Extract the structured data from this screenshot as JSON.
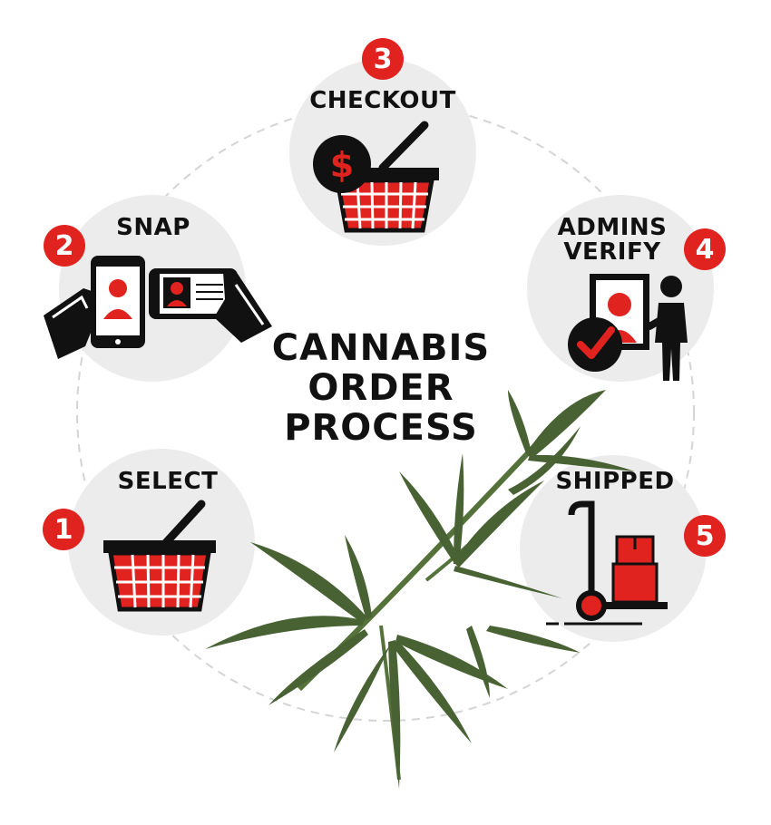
{
  "title_lines": [
    "CANNABIS",
    "ORDER",
    "PROCESS"
  ],
  "colors": {
    "accent": "#e0231f",
    "circle_bg": "#ececec",
    "ink": "#111111",
    "leaf": "#3f5a2a"
  },
  "steps": [
    {
      "number": "1",
      "label": "SELECT",
      "icon": "shopping-basket-icon"
    },
    {
      "number": "2",
      "label": "SNAP",
      "icon": "phone-photo-id-icon"
    },
    {
      "number": "3",
      "label": "CHECKOUT",
      "icon": "basket-dollar-icon"
    },
    {
      "number": "4",
      "label_lines": [
        "ADMINS",
        "VERIFY"
      ],
      "icon": "admin-verify-icon"
    },
    {
      "number": "5",
      "label": "SHIPPED",
      "icon": "hand-truck-boxes-icon"
    }
  ],
  "decorations": {
    "leaf_image": "cannabis-leaf-icon"
  }
}
